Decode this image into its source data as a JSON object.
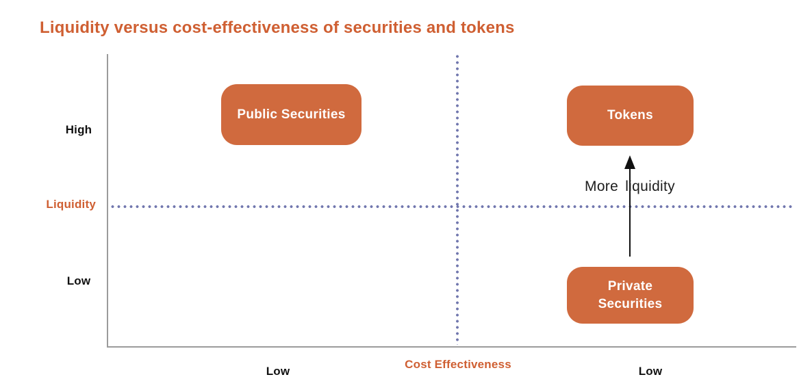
{
  "title": "Liquidity versus cost-effectiveness of securities and tokens",
  "colors": {
    "accent_orange": "#cf5f32",
    "box_orange": "#d06a3e",
    "axis_gray": "#9b9b9b",
    "dot_purple": "#7177ae",
    "ink": "#111111"
  },
  "y_axis": {
    "label": "Liquidity",
    "high_tick": "High",
    "low_tick": "Low"
  },
  "x_axis": {
    "label": "Cost Effectiveness",
    "left_tick": "Low",
    "right_tick": "Low"
  },
  "quadrant_boxes": [
    {
      "label": "Public Securities",
      "position": "top-left"
    },
    {
      "label": "Tokens",
      "position": "top-right"
    },
    {
      "label": "Private Securities",
      "position": "bottom-right"
    }
  ],
  "arrow_annotation": {
    "label": "More liquidity",
    "direction": "up"
  }
}
